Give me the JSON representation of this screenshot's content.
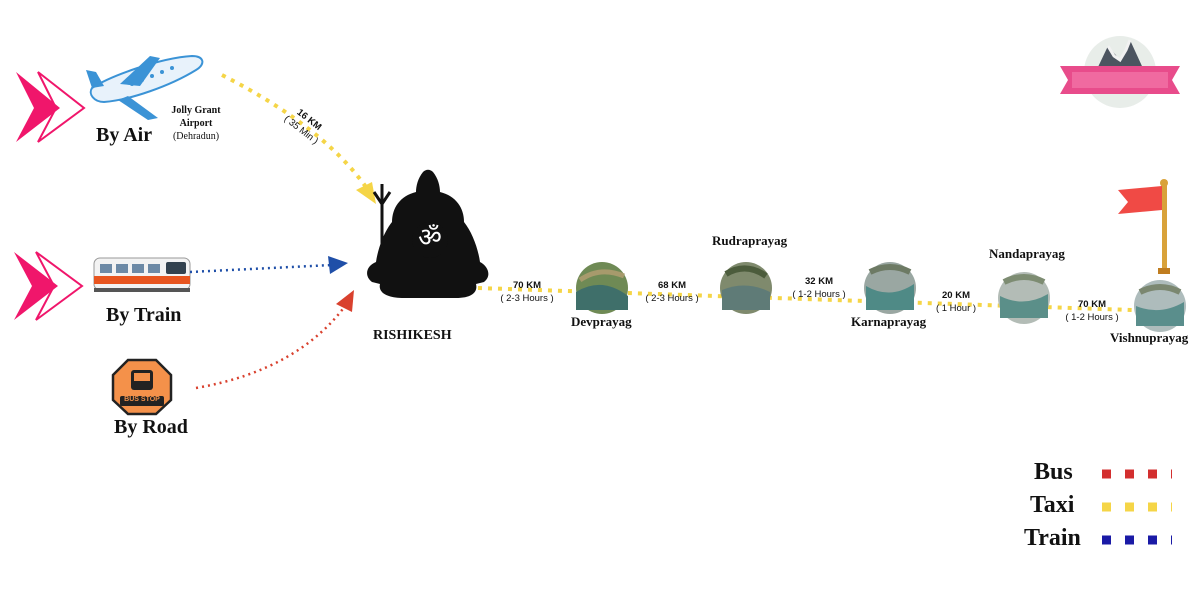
{
  "modes": {
    "air": {
      "label": "By Air",
      "airport_name": "Jolly Grant Airport",
      "airport_city": "(Dehradun)"
    },
    "train": {
      "label": "By Train"
    },
    "road": {
      "label": "By Road",
      "sign_text": "BUS STOP"
    }
  },
  "air_route": {
    "distance": "16 KM",
    "duration": "( 35 Min )"
  },
  "hub": {
    "name": "RISHIKESH",
    "symbol": "ॐ"
  },
  "stops": [
    {
      "name": "Devprayag"
    },
    {
      "name": "Rudraprayag"
    },
    {
      "name": "Karnaprayag"
    },
    {
      "name": "Nandaprayag"
    },
    {
      "name": "Vishnuprayag"
    }
  ],
  "segments": [
    {
      "distance": "70 KM",
      "duration": "( 2-3 Hours )"
    },
    {
      "distance": "68 KM",
      "duration": "( 2-3 Hours )"
    },
    {
      "distance": "32 KM",
      "duration": "( 1-2 Hours )"
    },
    {
      "distance": "20 KM",
      "duration": "( 1 Hour )"
    },
    {
      "distance": "70 KM",
      "duration": "( 1-2 Hours )"
    }
  ],
  "legend": [
    {
      "label": "Bus",
      "color": "#d32f2f"
    },
    {
      "label": "Taxi",
      "color": "#f5d547"
    },
    {
      "label": "Train",
      "color": "#1a1aa6"
    }
  ],
  "colors": {
    "arrow_pink": "#f0166b",
    "taxi": "#f5d547",
    "train": "#1f4fa8",
    "bus": "#d9412e",
    "flag": "#f04a45"
  },
  "icons": [
    "airplane-icon",
    "train-icon",
    "bus-stop-sign-icon",
    "shiva-silhouette-icon",
    "flag-icon",
    "logo-badge"
  ]
}
